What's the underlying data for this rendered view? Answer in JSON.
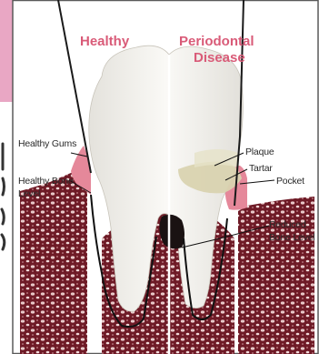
{
  "headers": {
    "healthy": "Healthy",
    "disease_line1": "Periodontal",
    "disease_line2": "Disease"
  },
  "labels": {
    "healthy_gums": "Healthy Gums",
    "healthy_bone_1": "Healthy Bone",
    "healthy_bone_2": "Level",
    "plaque": "Plaque",
    "tartar": "Tartar",
    "pocket": "Pocket",
    "reduced_bone_1": "Reduced",
    "reduced_bone_2": "Bone Level"
  },
  "colors": {
    "header_text": "#d95b78",
    "pink_tab": "#e9a7c4",
    "gum": "#e5889a",
    "bone": "#6e1a26",
    "tooth": "#f3f1ec",
    "tartar": "#d9d3b0",
    "border": "#5a5a5a"
  }
}
